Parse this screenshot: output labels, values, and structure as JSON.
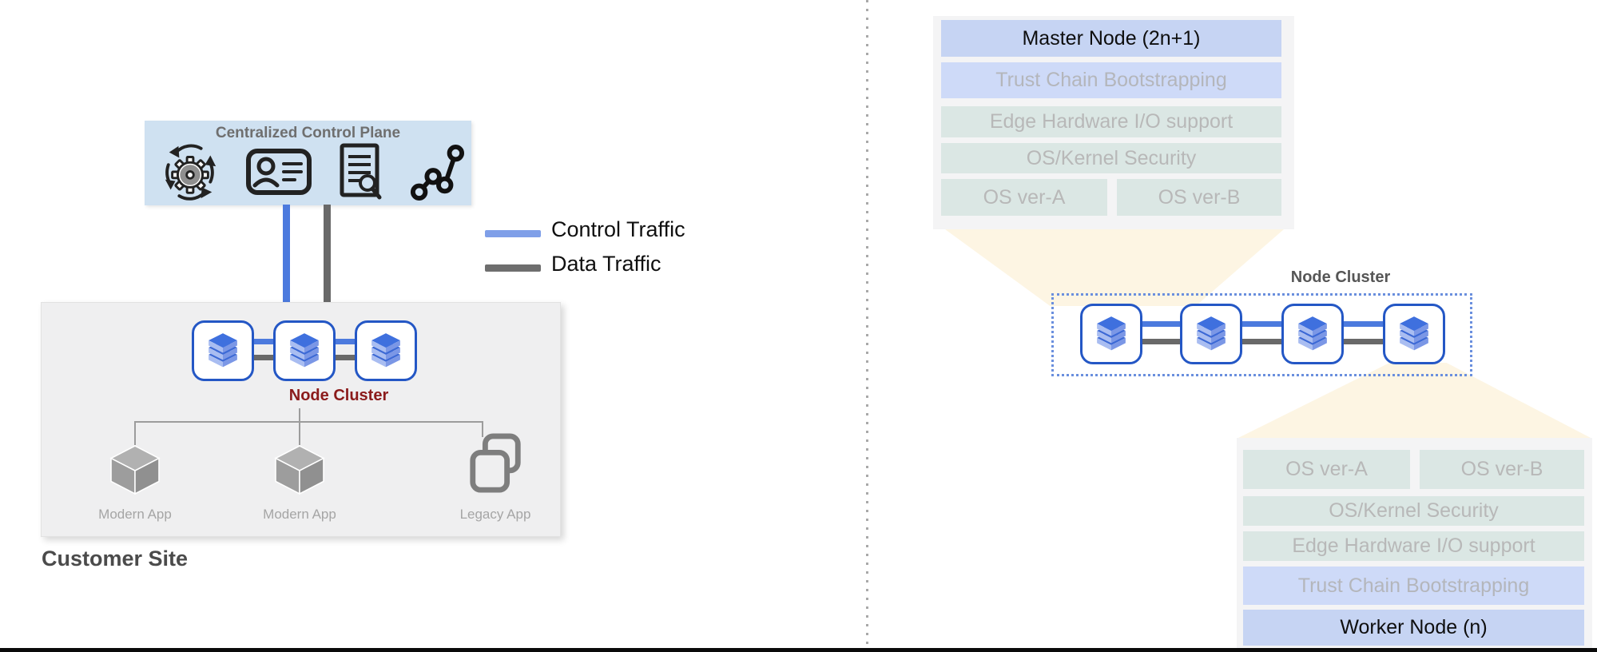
{
  "control_plane": {
    "title": "Centralized Control Plane",
    "icons": [
      "sync-gear",
      "identity-card",
      "audit-document",
      "topology-graph"
    ]
  },
  "legend": {
    "items": [
      {
        "label": "Control Traffic",
        "color": "#7f9fe8"
      },
      {
        "label": "Data Traffic",
        "color": "#6e6e6e"
      }
    ]
  },
  "customer_site": {
    "title": "Customer Site",
    "cluster_label": "Node Cluster",
    "node_count": 3,
    "apps": [
      {
        "label": "Modern App",
        "icon": "cube"
      },
      {
        "label": "Modern App",
        "icon": "cube"
      },
      {
        "label": "Legacy App",
        "icon": "stacked-windows"
      }
    ]
  },
  "master_stack": {
    "header": "Master Node (2n+1)",
    "rows": [
      "Trust Chain Bootstrapping",
      "Edge Hardware I/O support",
      "OS/Kernel Security"
    ],
    "os_versions": [
      "OS ver-A",
      "OS ver-B"
    ]
  },
  "edge_cluster": {
    "label": "Node Cluster",
    "node_count": 4
  },
  "worker_stack": {
    "os_versions": [
      "OS ver-A",
      "OS ver-B"
    ],
    "rows": [
      "OS/Kernel Security",
      "Edge Hardware I/O support",
      "Trust Chain Bootstrapping"
    ],
    "header": "Worker Node (n)"
  },
  "colors": {
    "control_traffic": "#4c7ade",
    "data_traffic": "#696969",
    "control_panel_bg": "#cfe1f1",
    "site_panel_bg": "#efeff0",
    "stack_card_bg": "#f4f4f5",
    "header_row": "#c6d4f3",
    "trust_row": "#cedaf8",
    "teal_row": "#dbe7e4",
    "funnel": "#fdf5e3",
    "node_border": "#2457c5",
    "cluster_label_red": "#8b1b1b"
  }
}
